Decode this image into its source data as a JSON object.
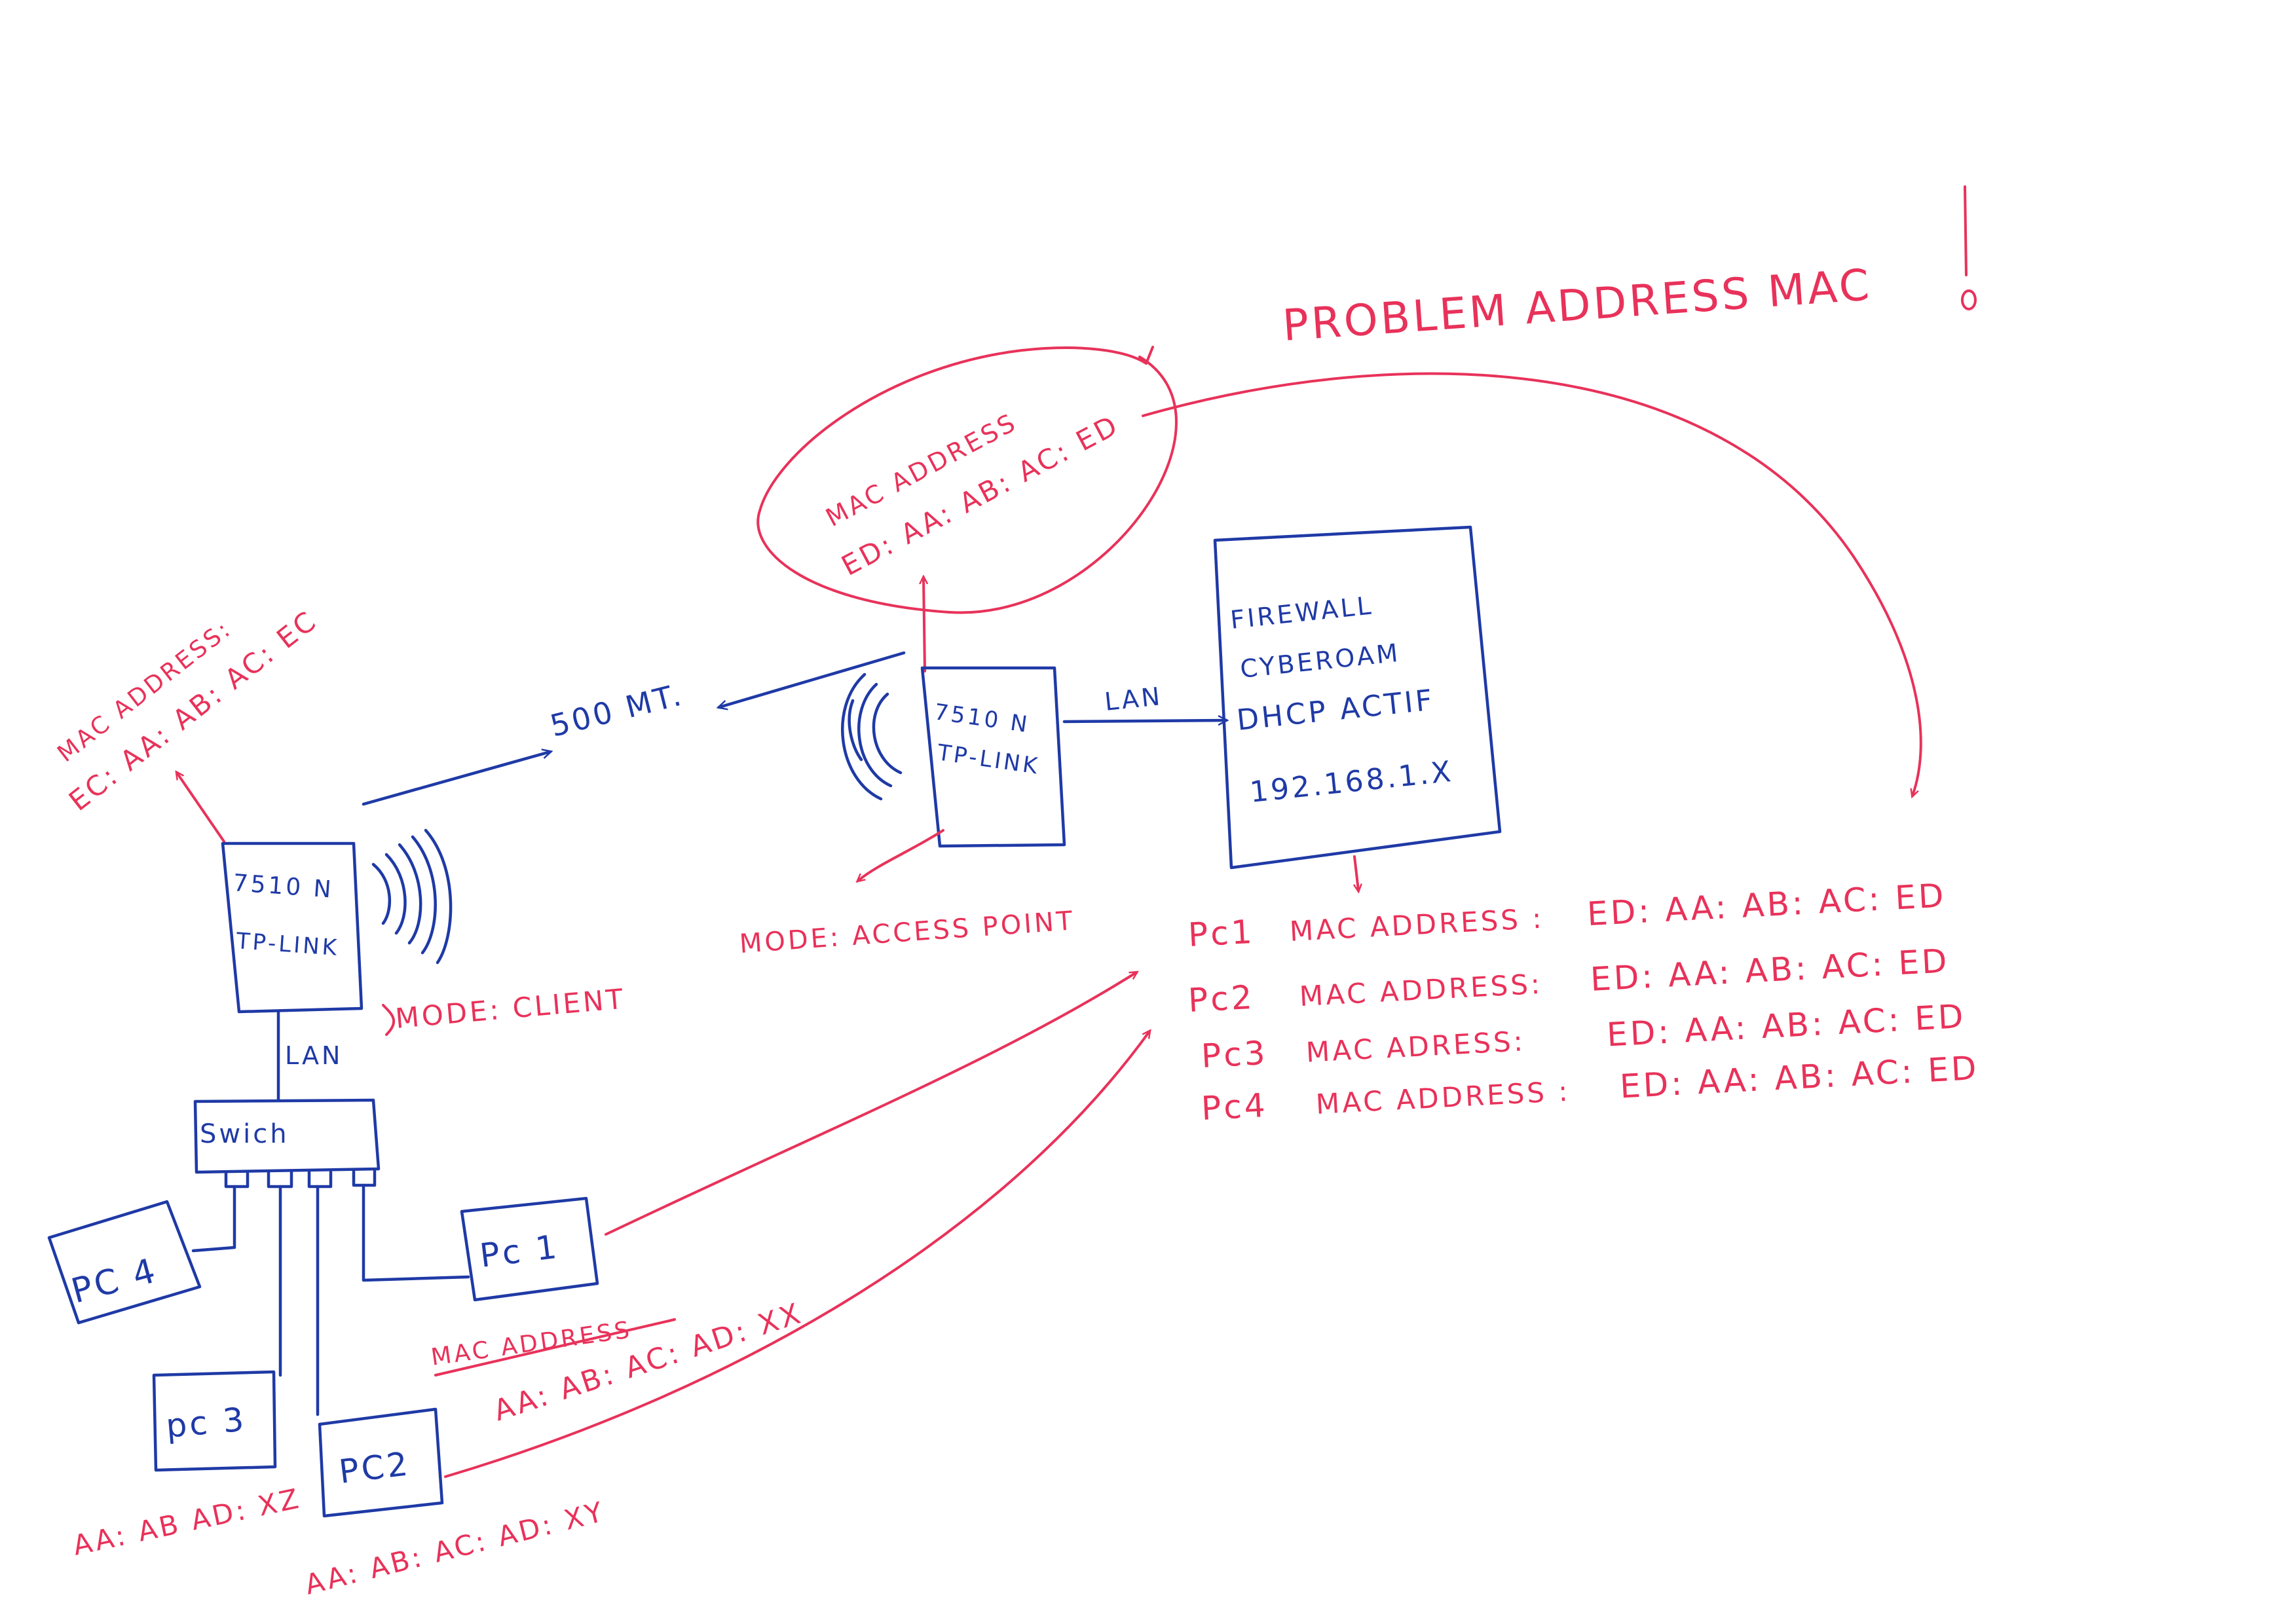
{
  "colors": {
    "ink_blue": "#1f3aa6",
    "ink_red": "#e8325a",
    "paper": "#ffffff"
  },
  "title": "PROBLEM  ADDRESS  MAC",
  "exclamation": "!",
  "distance": "500 MT.",
  "client_router": {
    "model": "7510 N",
    "brand": "TP-LINK",
    "mac_label": "MAC ADDRESS:",
    "mac_value": "EC: AA: AB: AC: EC",
    "mode": "MODE: CLIENT",
    "link_label": "LAN"
  },
  "ap_router": {
    "model": "7510 N",
    "brand": "TP-LINK",
    "mac_label": "MAC ADDRESS",
    "mac_value": "ED: AA: AB: AC: ED",
    "mode": "MODE: ACCESS POINT",
    "link_label": "LAN"
  },
  "firewall": {
    "line1": "FIREWALL",
    "line2": "CYBEROAM",
    "line3": "DHCP  ACTIF",
    "line4": "192.168.1.X"
  },
  "switch_label": "Swich",
  "pcs": [
    {
      "label": "Pc 1",
      "mac_label": "MAC ADDRESS",
      "mac": "AA: AB: AC: AD: XX"
    },
    {
      "label": "PC2",
      "mac": "AA: AB: AC: AD: XY"
    },
    {
      "label": "pc 3",
      "mac": "AA: AB AD: XZ"
    },
    {
      "label": "PC 4"
    }
  ],
  "firewall_table": [
    {
      "pc": "Pc1",
      "label": "MAC  ADDRESS :",
      "mac": "ED: AA: AB: AC: ED"
    },
    {
      "pc": "Pc2",
      "label": "MAC  ADDRESS:",
      "mac": "ED: AA: AB: AC: ED"
    },
    {
      "pc": "Pc3",
      "label": "MAC  ADRESS:",
      "mac": "ED: AA: AB: AC: ED"
    },
    {
      "pc": "Pc4",
      "label": "MAC  ADDRESS :",
      "mac": "ED: AA: AB: AC: ED"
    }
  ]
}
